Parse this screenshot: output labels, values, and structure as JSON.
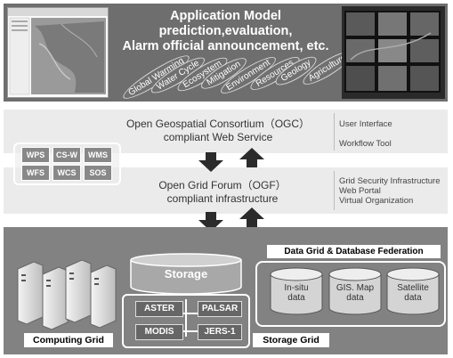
{
  "application_layer": {
    "title_line1": "Application Model prediction,evaluation,",
    "title_line2": "Alarm official announcement, etc.",
    "domains": [
      "Global Warming",
      "Water Cycle",
      "Ecosystem",
      "Mitigation",
      "Environment",
      "Resources",
      "Geology",
      "Agriculture"
    ]
  },
  "ogc_layer": {
    "title_line1": "Open Geospatial Consortium（OGC）",
    "title_line2": "compliant Web Service",
    "side_items": [
      "User Interface",
      "Workflow Tool"
    ],
    "services": [
      "WPS",
      "CS-W",
      "WMS",
      "WFS",
      "WCS",
      "SOS"
    ]
  },
  "ogf_layer": {
    "title_line1": "Open Grid Forum（OGF）",
    "title_line2": "compliant infrastructure",
    "side_items": [
      "Grid Security Infrastructure",
      "Web Portal",
      "Virtual Organization"
    ]
  },
  "grid_layer": {
    "storage_title": "Storage",
    "datasets": [
      "ASTER",
      "PALSAR",
      "MODIS",
      "JERS-1"
    ],
    "federation_title": "Data Grid & Database Federation",
    "federation_items": [
      {
        "line1": "In-situ",
        "line2": "data"
      },
      {
        "line1": "GIS. Map",
        "line2": "data"
      },
      {
        "line1": "Satellite",
        "line2": "data"
      }
    ],
    "computing_label": "Computing Grid",
    "storage_grid_label": "Storage Grid"
  },
  "colors": {
    "dark_panel": "#6e6e6e",
    "grid_panel": "#828282",
    "light_panel": "#ebebeb",
    "arrow": "#2b2b2b"
  }
}
